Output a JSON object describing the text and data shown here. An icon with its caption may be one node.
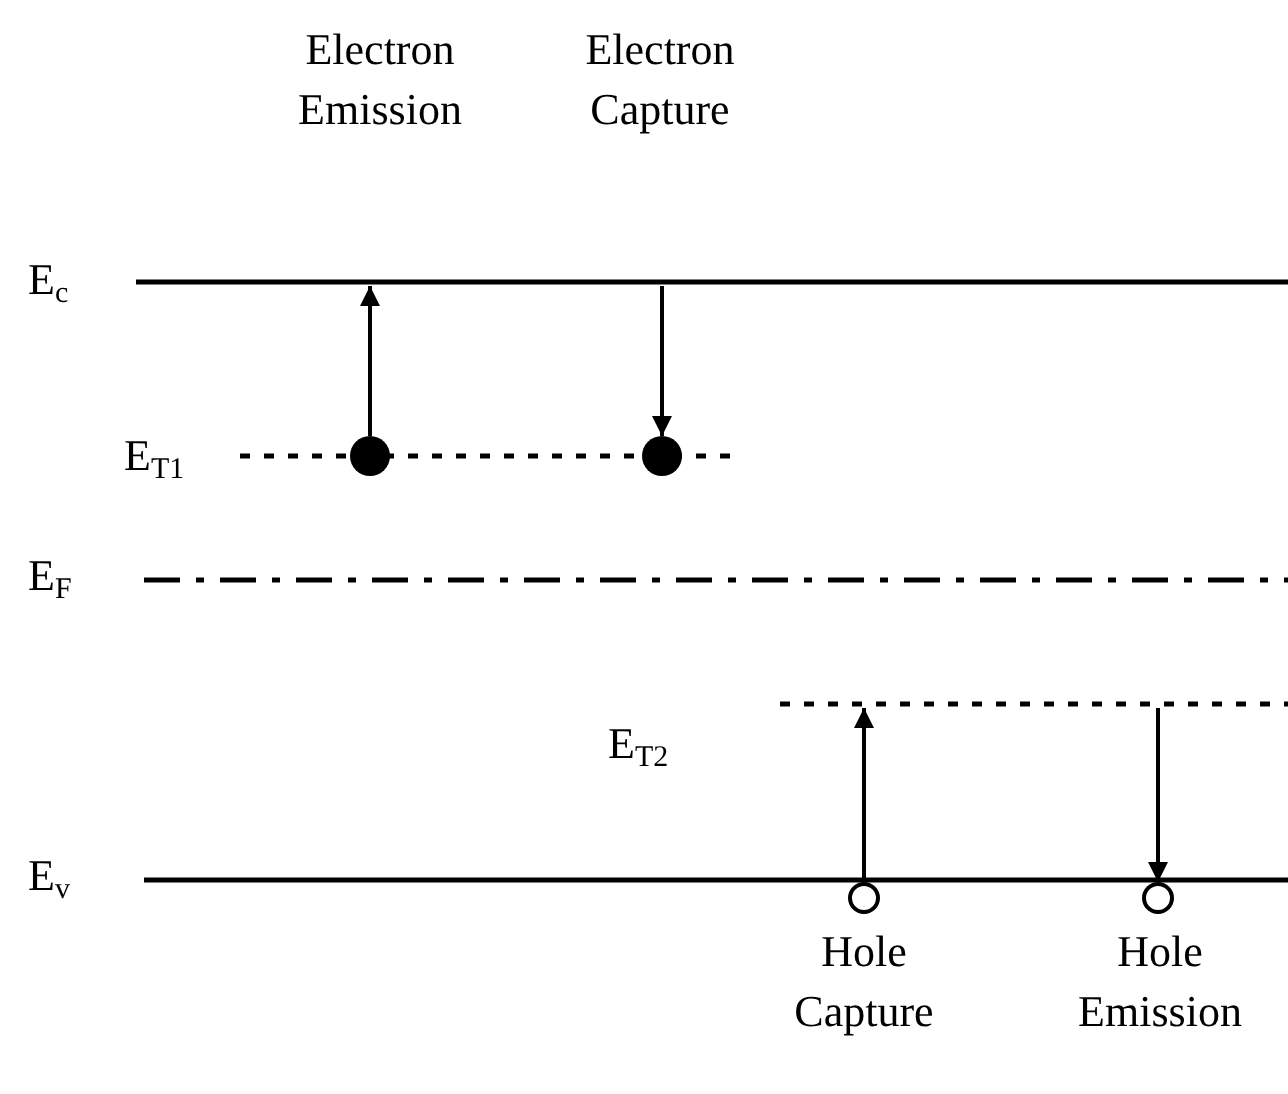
{
  "diagram": {
    "nodes": [
      {
        "text": [],
        "shape": "bar",
        "beside": [
          "E$_{c}$"
        ]
      },
      {
        "text": [],
        "shape": "bar",
        "beside": [
          "E$_{T1}$"
        ]
      },
      {
        "text": [],
        "shape": "bar",
        "beside": [
          "E$_{F}$"
        ]
      },
      {
        "text": [],
        "shape": "bar",
        "beside": [
          "E$_{T2}$"
        ]
      },
      {
        "text": [],
        "shape": "bar",
        "beside": [
          "E$_{v}$"
        ]
      },
      {
        "text": [],
        "shape": "dot",
        "in": 1
      },
      {
        "text": [],
        "shape": "dot",
        "in": 1
      },
      {
        "text": [],
        "shape": "circle"
      },
      {
        "text": [],
        "shape": "circle"
      }
    ],
    "edges": [
      {
        "from": 5,
        "to": 0,
        "arrow": "to"
      },
      {
        "from": 0,
        "to": 6,
        "arrow": "to"
      },
      {
        "from": 7,
        "to": 3,
        "arrow": "to"
      },
      {
        "from": 3,
        "to": 8,
        "arrow": "to"
      }
    ],
    "labels": [
      "Electron Emission",
      "Electron Capture",
      "Hole Capture",
      "Hole Emission"
    ]
  }
}
